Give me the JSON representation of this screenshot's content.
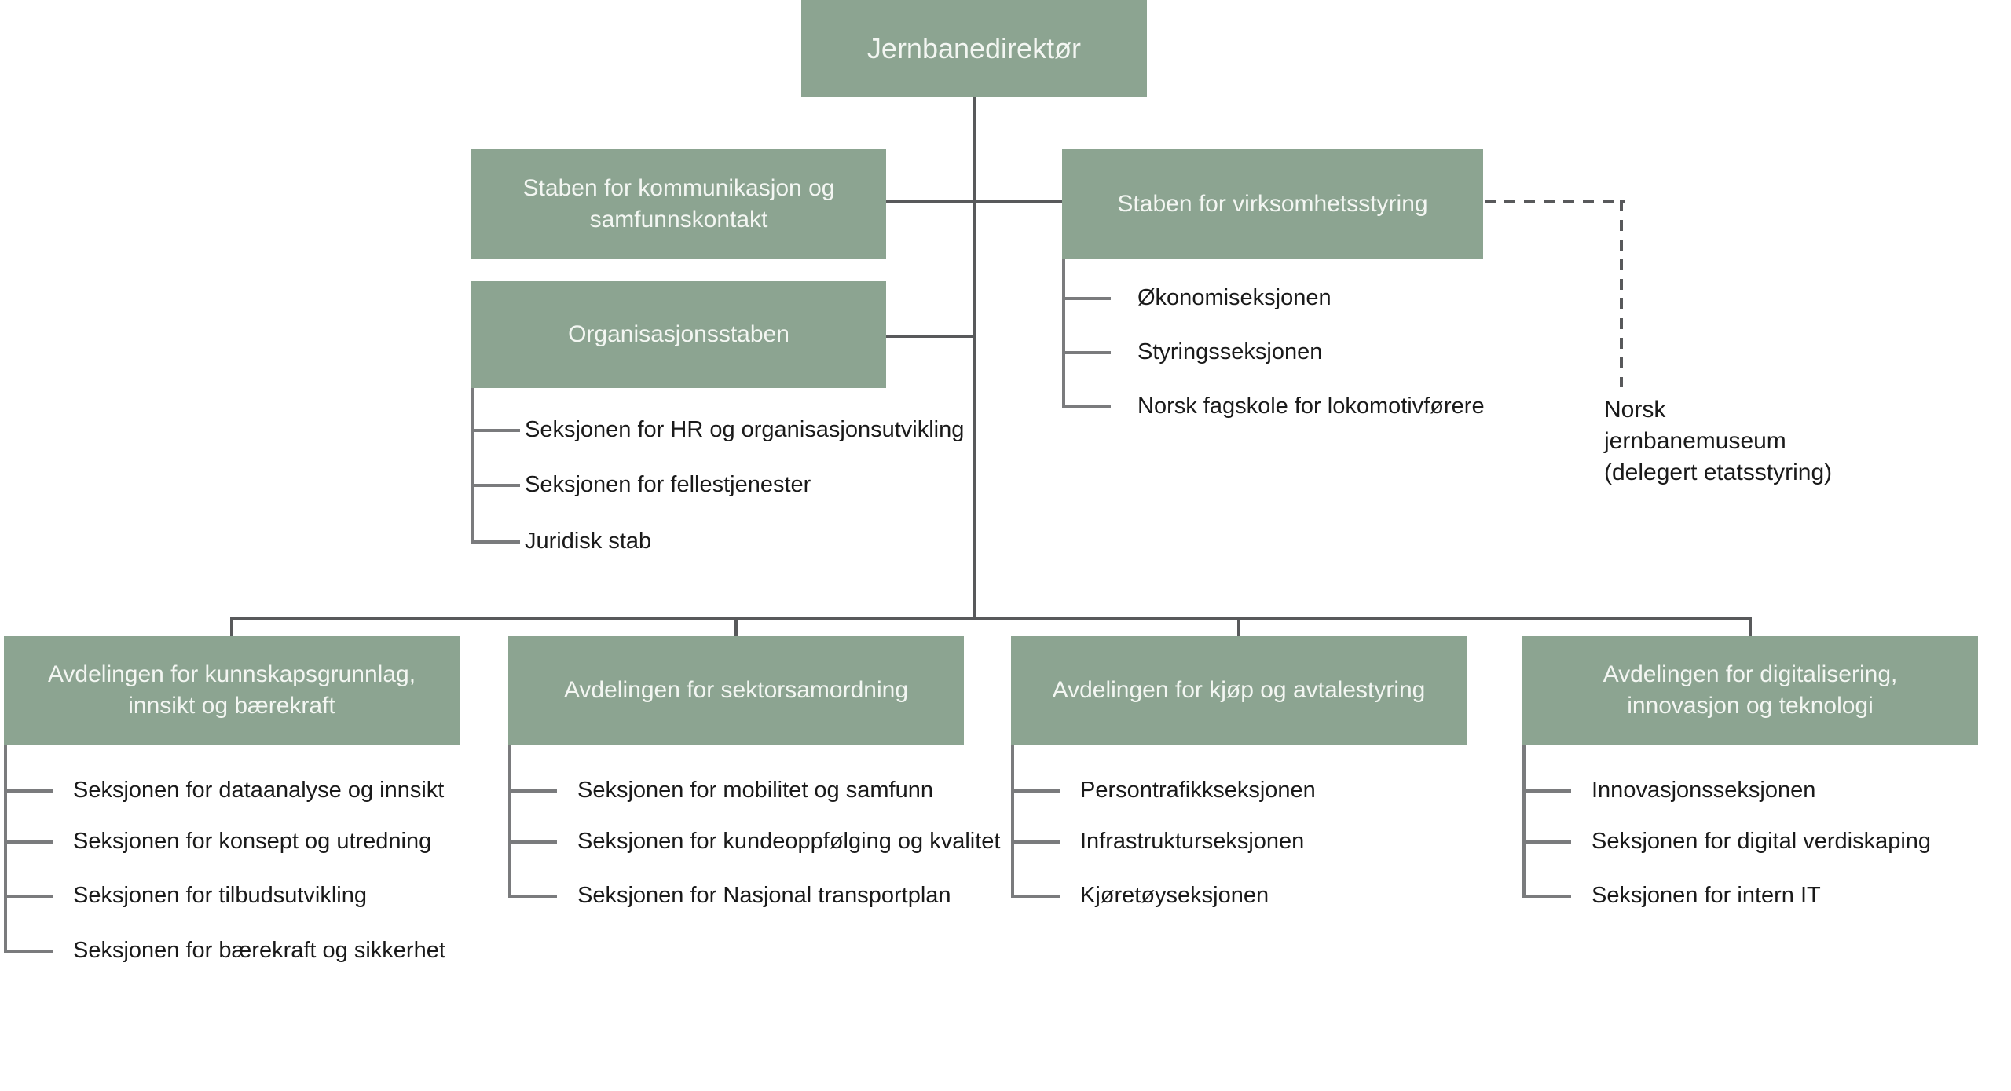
{
  "chart": {
    "root": {
      "label": "Jernbanedirektør"
    },
    "staff": [
      {
        "label": "Staben for kommunikasjon og\nsamfunnskontakt",
        "sections": []
      },
      {
        "label": "Staben for virksomhetsstyring",
        "sections": [
          "Økonomiseksjonen",
          "Styringsseksjonen",
          "Norsk fagskole for lokomotivførere"
        ]
      },
      {
        "label": "Organisasjonsstaben",
        "sections": [
          "Seksjonen for HR og organisasjonsutvikling",
          "Seksjonen for fellestjenester",
          "Juridisk stab"
        ]
      }
    ],
    "external_unit": {
      "label": "Norsk\njernbanemuseum\n(delegert etatsstyring)"
    },
    "departments": [
      {
        "label": "Avdelingen for kunnskapsgrunnlag,\ninnsikt og bærekraft",
        "sections": [
          "Seksjonen for dataanalyse og innsikt",
          "Seksjonen for konsept og utredning",
          "Seksjonen for tilbudsutvikling",
          "Seksjonen for bærekraft og sikkerhet"
        ]
      },
      {
        "label": "Avdelingen for sektorsamordning",
        "sections": [
          "Seksjonen for mobilitet og samfunn",
          "Seksjonen for kundeoppfølging og kvalitet",
          "Seksjonen for Nasjonal transportplan"
        ]
      },
      {
        "label": "Avdelingen for kjøp og avtalestyring",
        "sections": [
          "Persontrafikkseksjonen",
          "Infrastrukturseksjonen",
          "Kjøretøyseksjonen"
        ]
      },
      {
        "label": "Avdelingen for digitalisering,\ninnovasjon og teknologi",
        "sections": [
          "Innovasjonsseksjonen",
          "Seksjonen for digital verdiskaping",
          "Seksjonen for intern IT"
        ]
      }
    ],
    "colors": {
      "node_fill": "#8CA491",
      "node_text": "#F3F6F2",
      "connector": "#58595B",
      "tick": "#7A7B7D",
      "label_text": "#1A1A1A",
      "background": "#FFFFFF"
    }
  }
}
